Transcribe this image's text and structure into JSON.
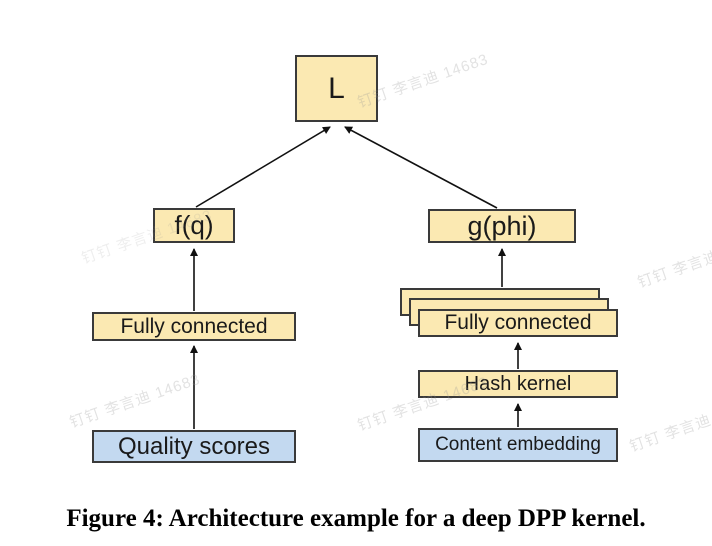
{
  "figure": {
    "caption": "Figure 4: Architecture example for a deep DPP kernel.",
    "watermark_text": "钉钉 李言迪 14683",
    "colors": {
      "process_fill": "#fbe9b2",
      "input_fill": "#c3d9f0",
      "box_border": "#3a3a3a",
      "arrow": "#111111",
      "watermark": "#bbbbbb"
    }
  },
  "diagram": {
    "nodes": {
      "L": {
        "label": "L",
        "type": "output"
      },
      "fq": {
        "label": "f(q)",
        "type": "function"
      },
      "gphi": {
        "label": "g(phi)",
        "type": "function"
      },
      "fc_left": {
        "label": "Fully connected",
        "type": "layer"
      },
      "fc_right": {
        "label": "Fully connected",
        "type": "stacked-layer",
        "stack_count": 3
      },
      "hash": {
        "label": "Hash kernel",
        "type": "layer"
      },
      "quality": {
        "label": "Quality scores",
        "type": "input"
      },
      "content": {
        "label": "Content embedding",
        "type": "input"
      }
    },
    "edges": [
      {
        "from": "quality",
        "to": "fc_left"
      },
      {
        "from": "fc_left",
        "to": "fq"
      },
      {
        "from": "fq",
        "to": "L"
      },
      {
        "from": "content",
        "to": "hash"
      },
      {
        "from": "hash",
        "to": "fc_right"
      },
      {
        "from": "fc_right",
        "to": "gphi"
      },
      {
        "from": "gphi",
        "to": "L"
      }
    ]
  }
}
